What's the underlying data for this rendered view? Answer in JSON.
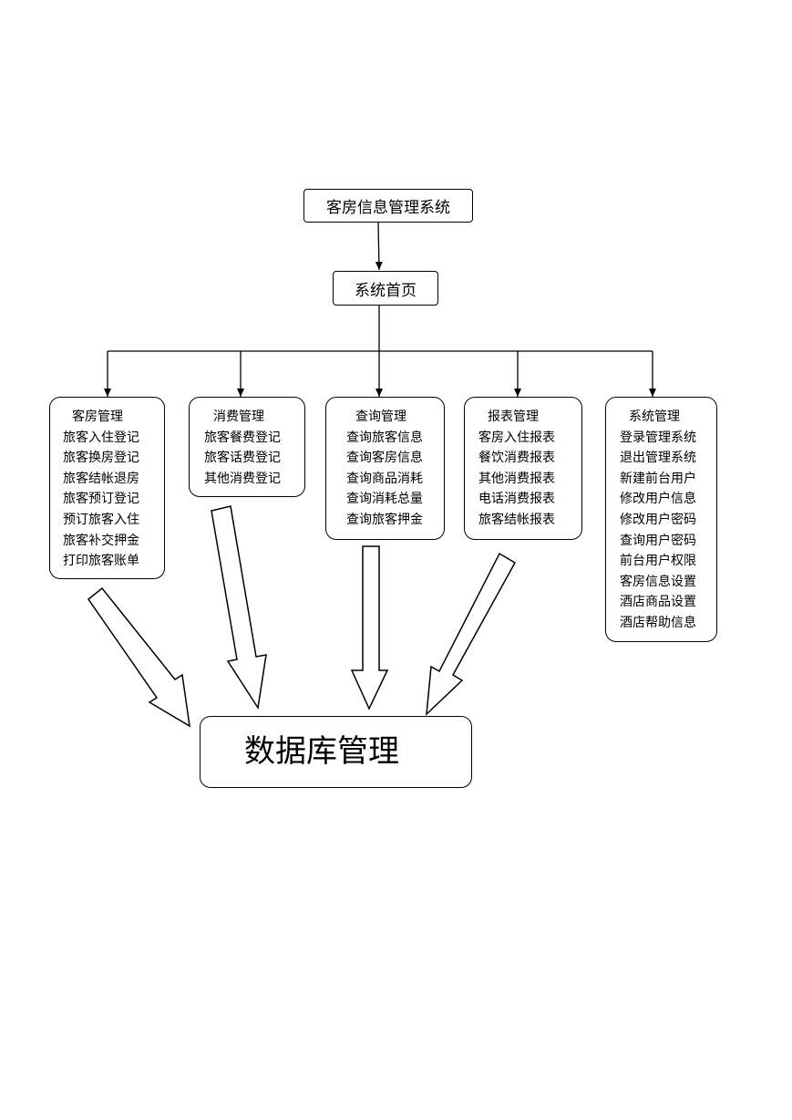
{
  "root": {
    "label": "客房信息管理系统"
  },
  "home": {
    "label": "系统首页"
  },
  "modules": [
    {
      "title": "客房管理",
      "items": [
        "旅客入住登记",
        "旅客换房登记",
        "旅客结帐退房",
        "旅客预订登记",
        "预订旅客入住",
        "旅客补交押金",
        "打印旅客账单"
      ]
    },
    {
      "title": "消费管理",
      "items": [
        "旅客餐费登记",
        "旅客话费登记",
        "其他消费登记"
      ]
    },
    {
      "title": "查询管理",
      "items": [
        "查询旅客信息",
        "查询客房信息",
        "查询商品消耗",
        "查询消耗总量",
        "查询旅客押金"
      ]
    },
    {
      "title": "报表管理",
      "items": [
        "客房入住报表",
        "餐饮消费报表",
        "其他消费报表",
        "电话消费报表",
        "旅客结帐报表"
      ]
    },
    {
      "title": "系统管理",
      "items": [
        "登录管理系统",
        "退出管理系统",
        "新建前台用户",
        "修改用户信息",
        "修改用户密码",
        "查询用户密码",
        "前台用户权限",
        "客房信息设置",
        "酒店商品设置",
        "酒店帮助信息"
      ]
    }
  ],
  "database": {
    "label": "数据库管理"
  }
}
